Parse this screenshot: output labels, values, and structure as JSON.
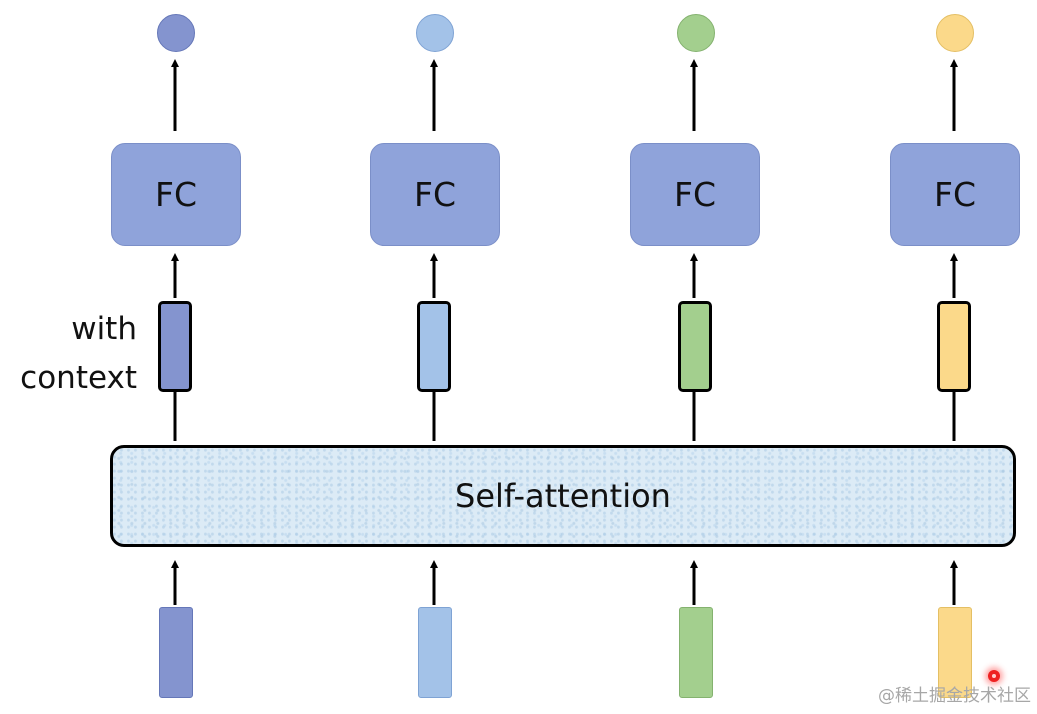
{
  "self_attention": {
    "label": "Self-attention"
  },
  "context_label": {
    "line1": "with",
    "line2": "context"
  },
  "columns": [
    {
      "fc_label": "FC",
      "color": "#8494cf",
      "border": "#6577b8"
    },
    {
      "fc_label": "FC",
      "color": "#a3c2e8",
      "border": "#7fa3d4"
    },
    {
      "fc_label": "FC",
      "color": "#a3cf8e",
      "border": "#84b26f"
    },
    {
      "fc_label": "FC",
      "color": "#fbd98a",
      "border": "#e4bf64"
    }
  ],
  "watermark": "@稀土掘金技术社区"
}
